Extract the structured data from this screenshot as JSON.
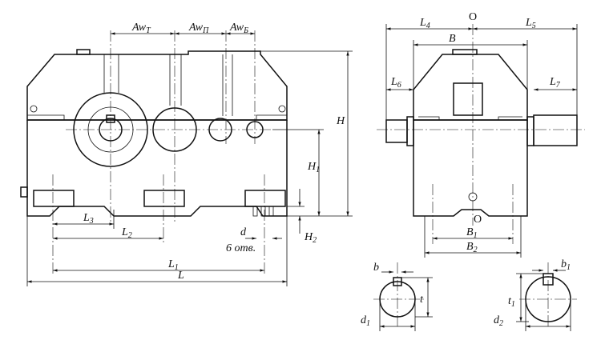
{
  "labels": {
    "aw_t": "Aw",
    "aw_t_sub": "Т",
    "aw_p": "Aw",
    "aw_p_sub": "П",
    "aw_b": "Aw",
    "aw_b_sub": "Б",
    "h": "H",
    "h1": "H",
    "h1_sub": "1",
    "h2": "H",
    "h2_sub": "2",
    "l": "L",
    "l1": "L",
    "l1_sub": "1",
    "l2": "L",
    "l2_sub": "2",
    "l3": "L",
    "l3_sub": "3",
    "d": "d",
    "holes": "6 отв.",
    "l4": "L",
    "l4_sub": "4",
    "l5": "L",
    "l5_sub": "5",
    "l6": "L",
    "l6_sub": "6",
    "l7": "L",
    "l7_sub": "7",
    "o_top": "O",
    "o_bottom": "O",
    "b": "B",
    "b1": "B",
    "b1_sub": "1",
    "b2": "B",
    "b2_sub": "2",
    "key_b": "b",
    "key_b1": "b",
    "key_b1_sub": "1",
    "t": "t",
    "t1": "t",
    "t1_sub": "1",
    "d1": "d",
    "d1_sub": "1",
    "d2": "d",
    "d2_sub": "2"
  }
}
